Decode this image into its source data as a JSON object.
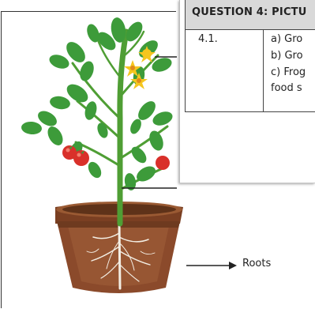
{
  "document": {
    "question_header": "QUESTION 4: PICTU",
    "question_number": "4.1.",
    "answer_lines": [
      "a) Gro",
      "b) Gro",
      "c) Frog",
      "food s"
    ]
  },
  "figure": {
    "labels": {
      "roots": "Roots"
    },
    "colors": {
      "leaf": "#3d9b3a",
      "stem": "#4f9e34",
      "flower": "#f5c61f",
      "tomato": "#d9302a",
      "pot": "#8b4a2b",
      "soil": "#6b3a1f"
    }
  }
}
